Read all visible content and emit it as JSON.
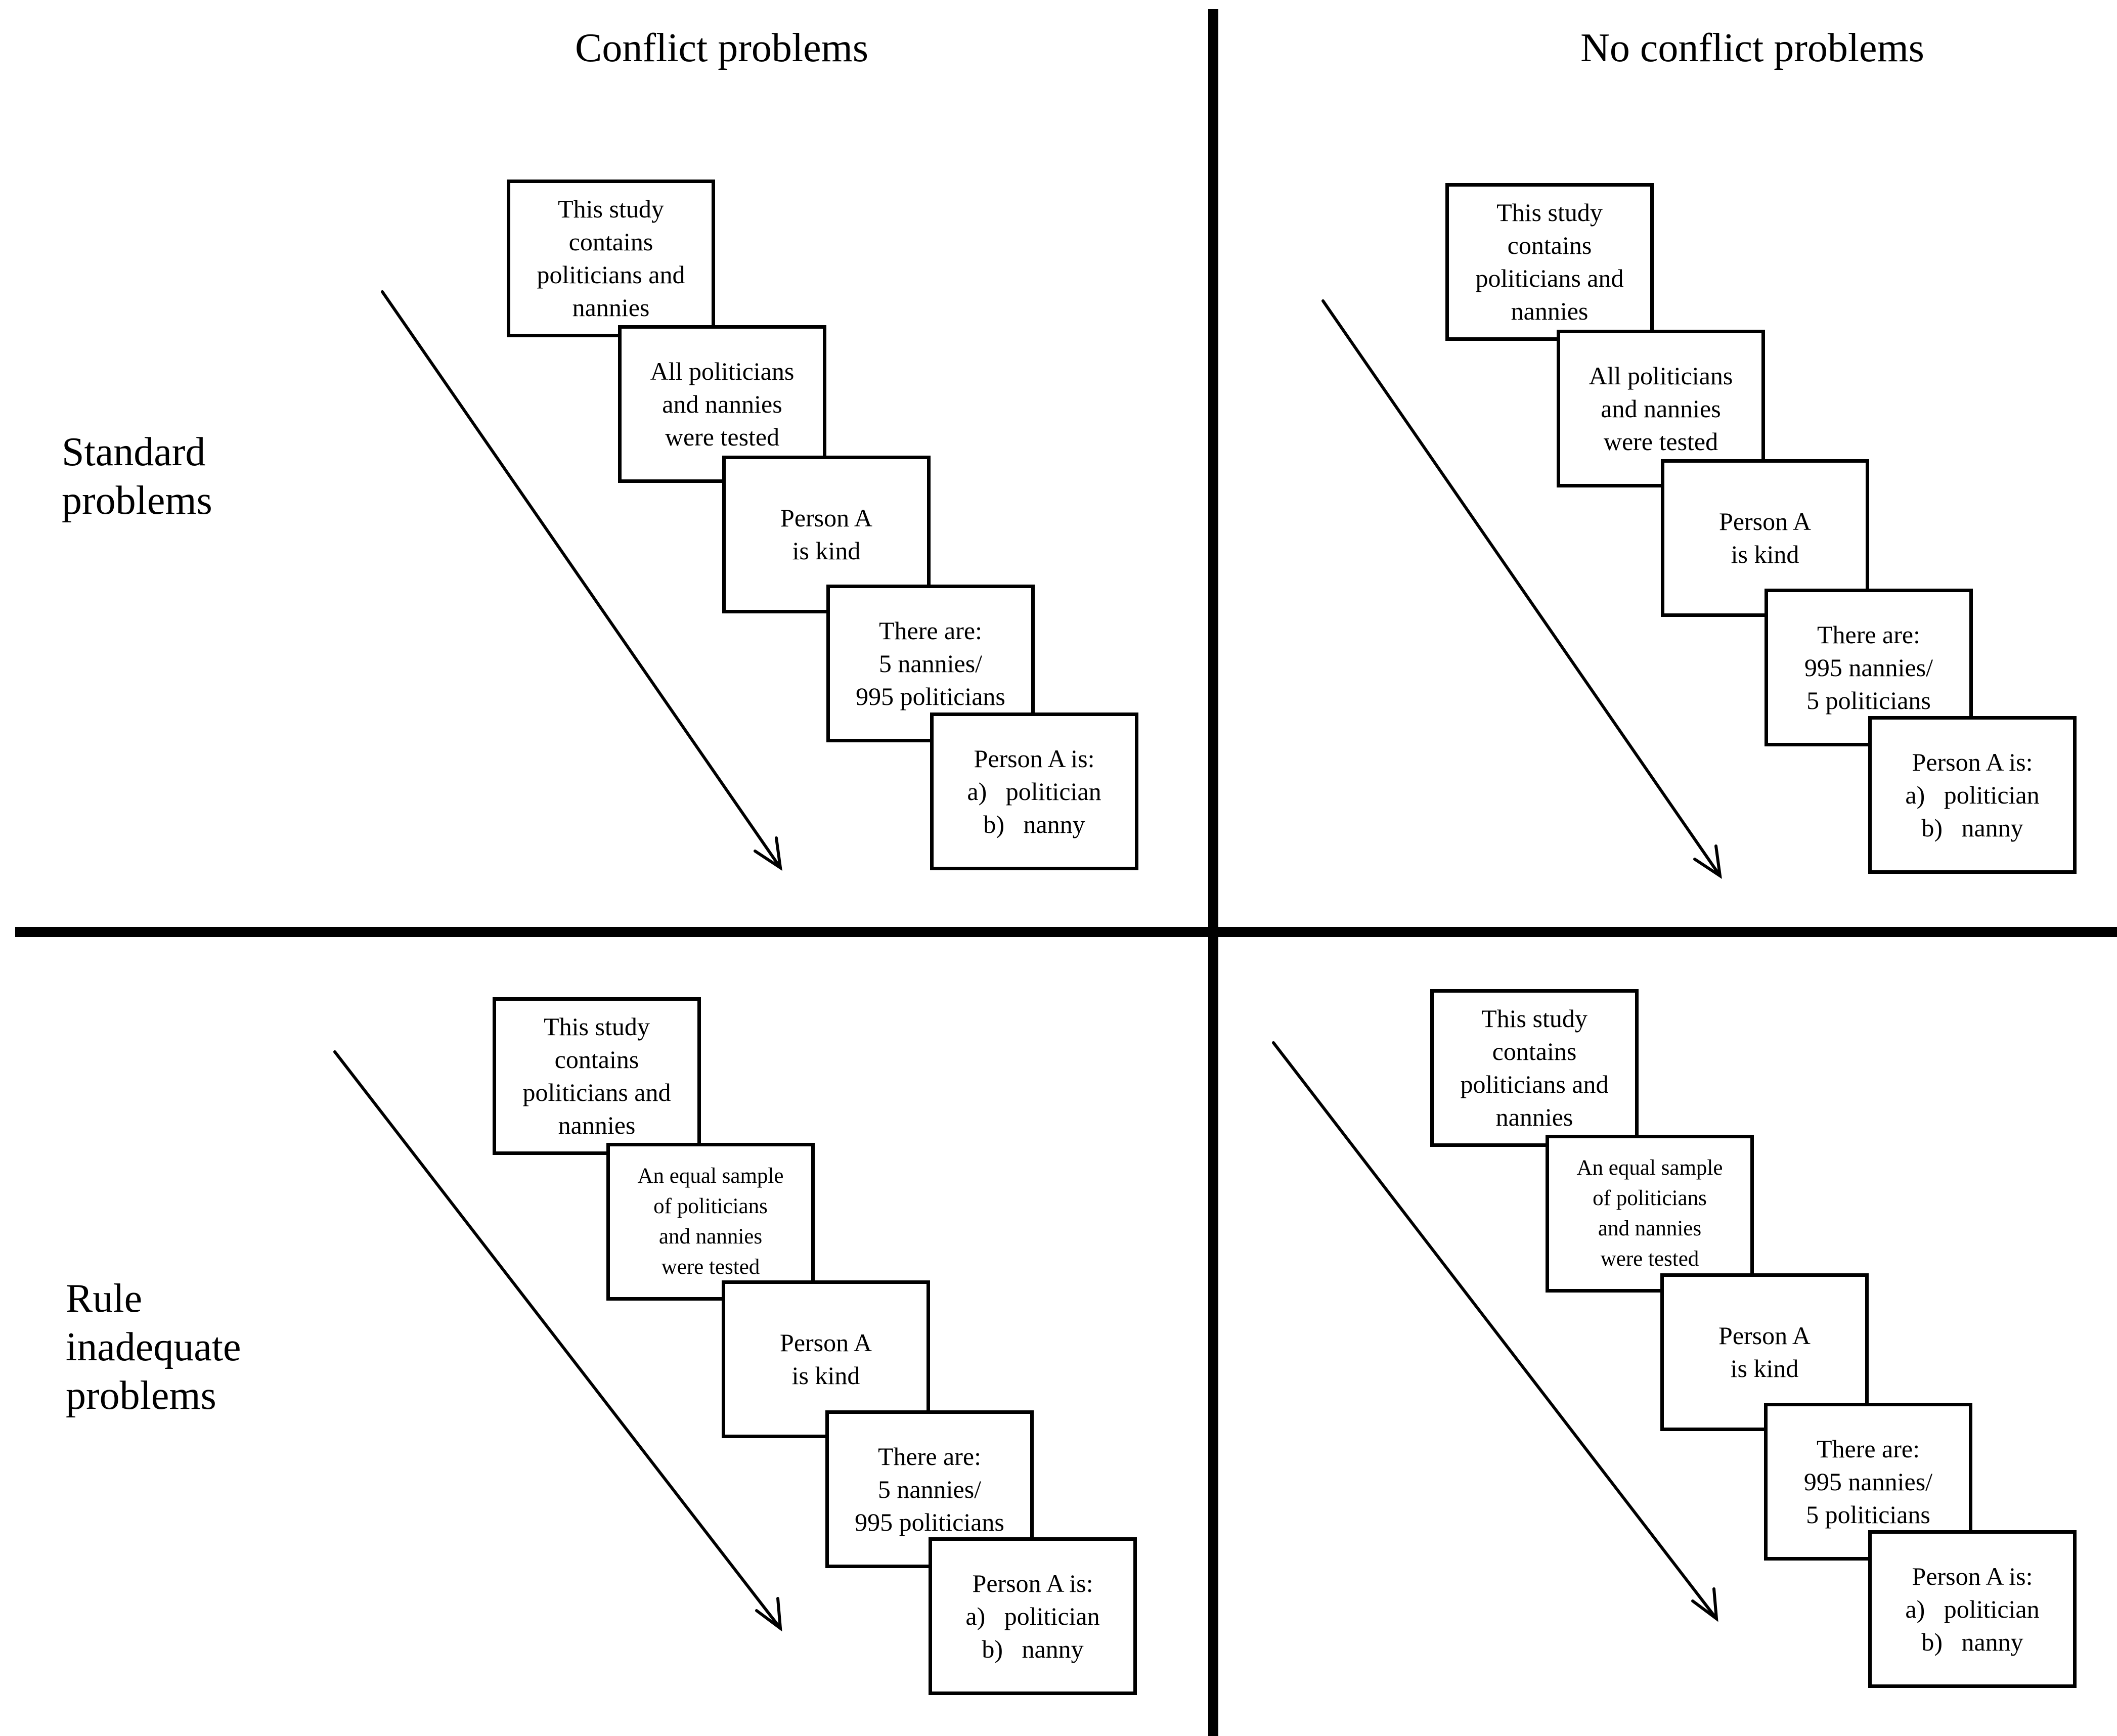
{
  "columns": {
    "conflict": "Conflict problems",
    "no_conflict": "No conflict problems"
  },
  "rows": {
    "standard": [
      "Standard",
      "problems"
    ],
    "rule_inadequate": [
      "Rule",
      "inadequate",
      "problems"
    ]
  },
  "cards": {
    "study": [
      "This study",
      "contains",
      "politicians and",
      "nannies"
    ],
    "tested_all": [
      "All politicians",
      "and nannies",
      "were tested"
    ],
    "tested_equal": [
      "An equal sample",
      "of politicians",
      "and nannies",
      "were tested"
    ],
    "person_kind": [
      "Person A",
      "is kind"
    ],
    "base_conflict": [
      "There are:",
      "5 nannies/",
      "995 politicians"
    ],
    "base_no_conflict": [
      "There are:",
      "995 nannies/",
      "5 politicians"
    ],
    "question": {
      "title": "Person A is:",
      "option_a": "a)   politician",
      "option_b": "b)   nanny"
    }
  }
}
